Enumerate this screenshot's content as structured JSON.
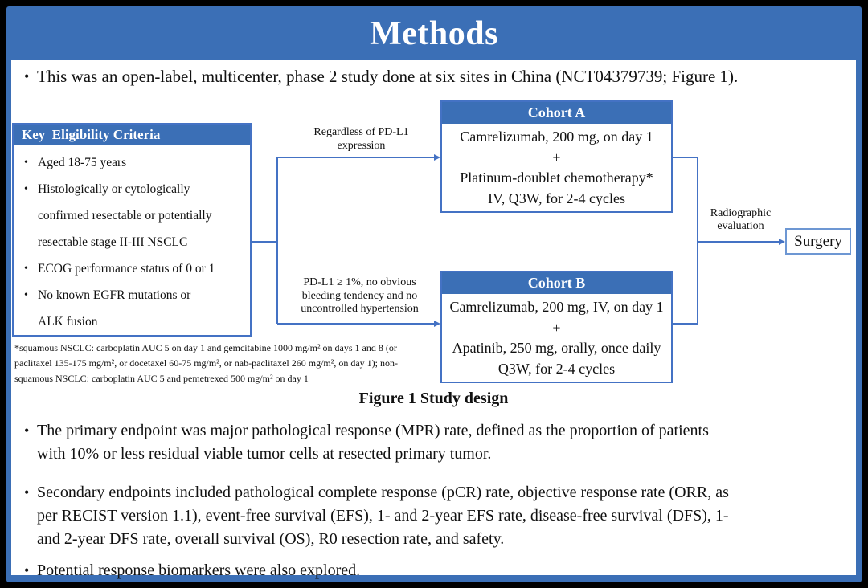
{
  "colors": {
    "accent": "#3B6FB6",
    "line": "#4472C4",
    "surgery-border": "#6D97D3",
    "text": "#111111"
  },
  "bullet_char": "•",
  "slide": {
    "title": "Methods"
  },
  "intro_bullet": "This was an open-label, multicenter, phase 2 study done at six sites in China (NCT04379739; Figure 1).",
  "figure": {
    "caption": "Figure 1 Study design",
    "eligibility": {
      "header": "Key  Eligibility Criteria",
      "items": [
        "Aged 18-75 years",
        "Histologically or cytologically\nconfirmed resectable or potentially\nresectable stage II-III NSCLC",
        "ECOG performance status of 0 or 1",
        "No known EGFR mutations or\nALK fusion"
      ],
      "footnote": "*squamous NSCLC: carboplatin AUC 5 on day 1 and gemcitabine 1000 mg/m² on days 1 and 8 (or\npaclitaxel 135-175 mg/m², or docetaxel 60-75 mg/m², or nab-paclitaxel 260 mg/m², on day 1); non-\nsquamous NSCLC: carboplatin AUC 5 and pemetrexed 500 mg/m² on day 1"
    },
    "branch_labels": {
      "cohort_a": "Regardless of PD-L1\nexpression",
      "cohort_b": "PD-L1 ≥ 1%, no obvious\nbleeding tendency and no\nuncontrolled hypertension"
    },
    "cohort_a": {
      "header": "Cohort A",
      "lines": [
        "Camrelizumab, 200 mg, on day 1",
        "+",
        "Platinum-doublet chemotherapy*",
        "IV, Q3W, for 2-4 cycles"
      ]
    },
    "cohort_b": {
      "header": "Cohort B",
      "lines": [
        "Camrelizumab, 200 mg, IV, on day 1",
        "+",
        "Apatinib, 250 mg, orally, once daily",
        "Q3W, for 2-4 cycles"
      ]
    },
    "evaluation_label": "Radiographic\nevaluation",
    "surgery_label": "Surgery"
  },
  "bullets": [
    "The primary endpoint was major pathological response (MPR) rate, defined as the proportion of patients\nwith 10% or less residual viable tumor cells at resected primary tumor.",
    "Secondary endpoints included pathological complete response (pCR) rate, objective response rate (ORR, as\nper RECIST version 1.1), event-free survival (EFS), 1- and 2-year EFS rate, disease-free survival (DFS), 1-\nand 2-year DFS rate, overall survival (OS), R0 resection rate, and safety.",
    "Potential response biomarkers were also explored."
  ]
}
